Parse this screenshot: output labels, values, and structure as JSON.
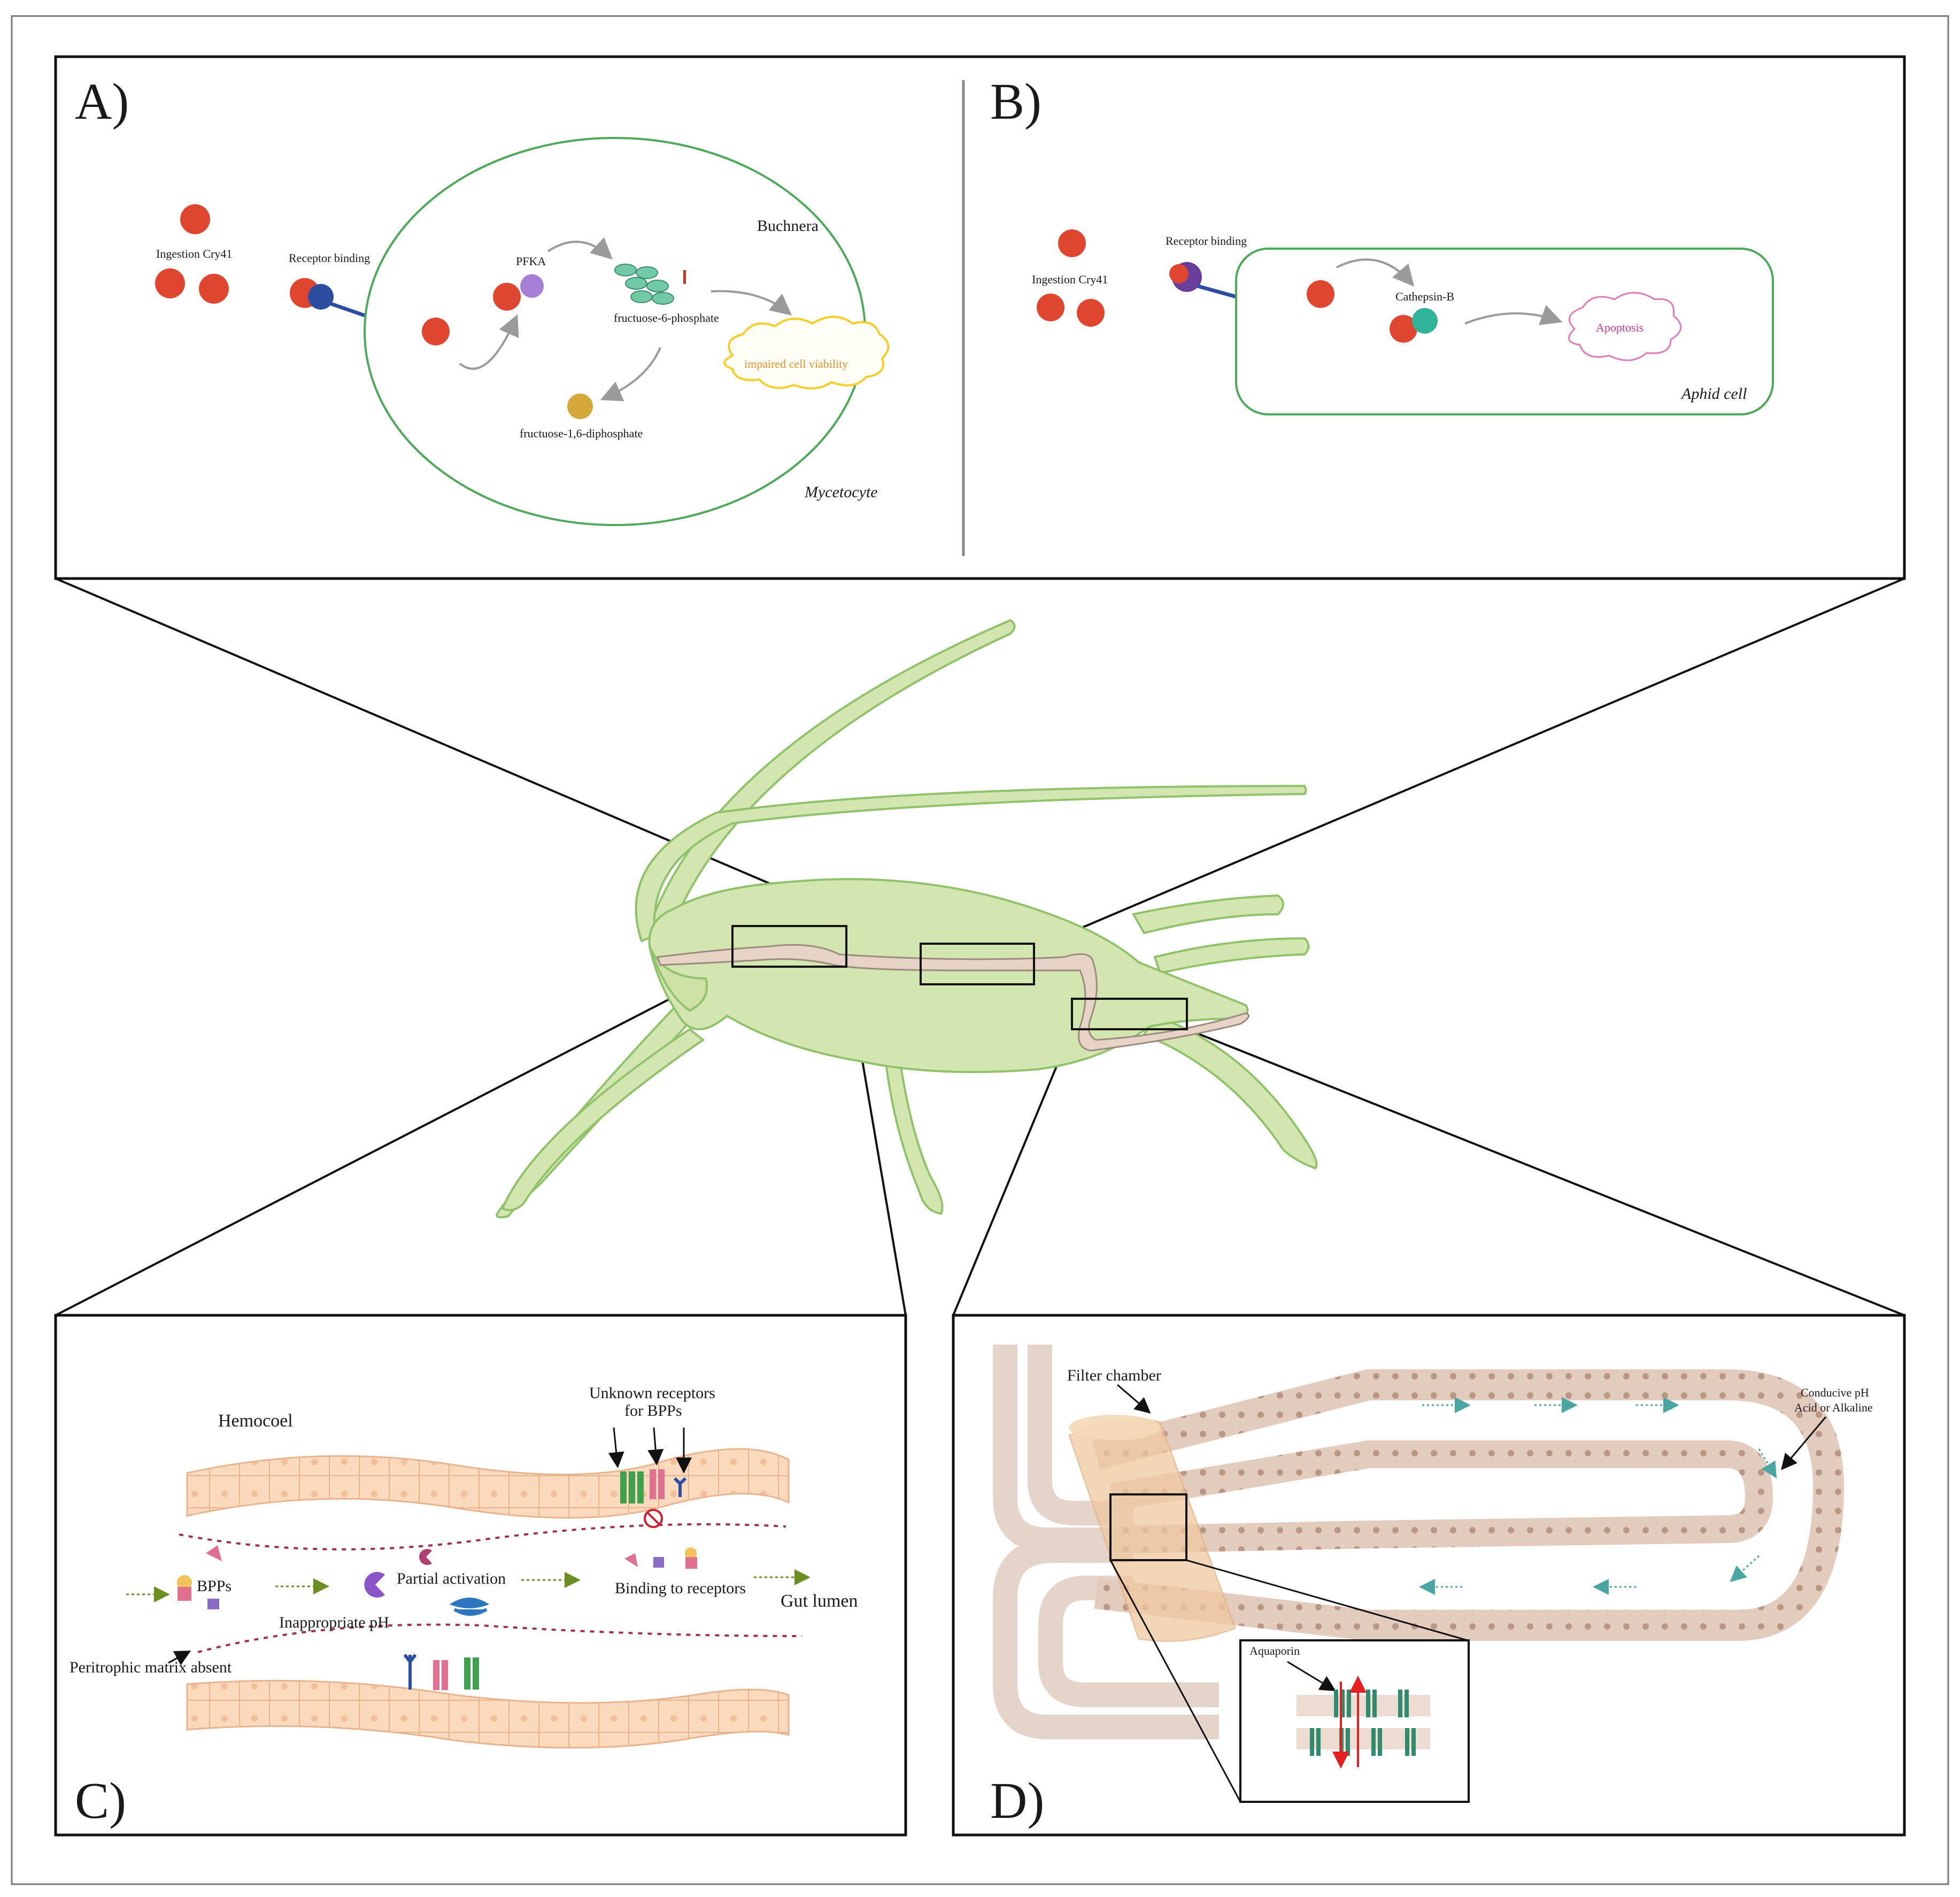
{
  "panels": {
    "A": {
      "letter": "A)",
      "ingestion": "Ingestion Cry41",
      "receptor": "Receptor binding",
      "pfka": "PFKA",
      "f6p": "fructuose-6-phosphate",
      "f16dp": "fructuose-1,6-diphosphate",
      "buchnera": "Buchnera",
      "impaired": "impaired cell viability",
      "mycetocyte": "Mycetocyte"
    },
    "B": {
      "letter": "B)",
      "ingestion": "Ingestion Cry41",
      "receptor": "Receptor binding",
      "cathepsin": "Cathepsin-B",
      "apoptosis": "Apoptosis",
      "aphid_cell": "Aphid cell"
    },
    "C": {
      "letter": "C)",
      "hemocoel": "Hemocoel",
      "unknown_receptors_1": "Unknown receptors",
      "unknown_receptors_2": "for BPPs",
      "bpps": "BPPs",
      "partial_activation": "Partial activation",
      "inappropriate_ph": "Inappropriate pH",
      "binding_receptors": "Binding to receptors",
      "gut_lumen": "Gut lumen",
      "peritrophic": "Peritrophic matrix absent"
    },
    "D": {
      "letter": "D)",
      "filter_chamber": "Filter chamber",
      "conducive_ph_1": "Conducive pH",
      "conducive_ph_2": "Acid or Alkaline",
      "aquaporin": "Aquaporin"
    }
  },
  "colors": {
    "aphid_body": "#d4e6b0",
    "aphid_outline": "#8fc26a",
    "cry_toxin": "#e0452f",
    "gut_cells": "#fbd9bd",
    "membrane_green": "#5aa86a",
    "impaired_text": "#e8922a",
    "impaired_outline": "#f4cf2a",
    "apoptosis": "#c9378f",
    "tube": "#d8b8a8",
    "red_arrow": "#e62020"
  }
}
